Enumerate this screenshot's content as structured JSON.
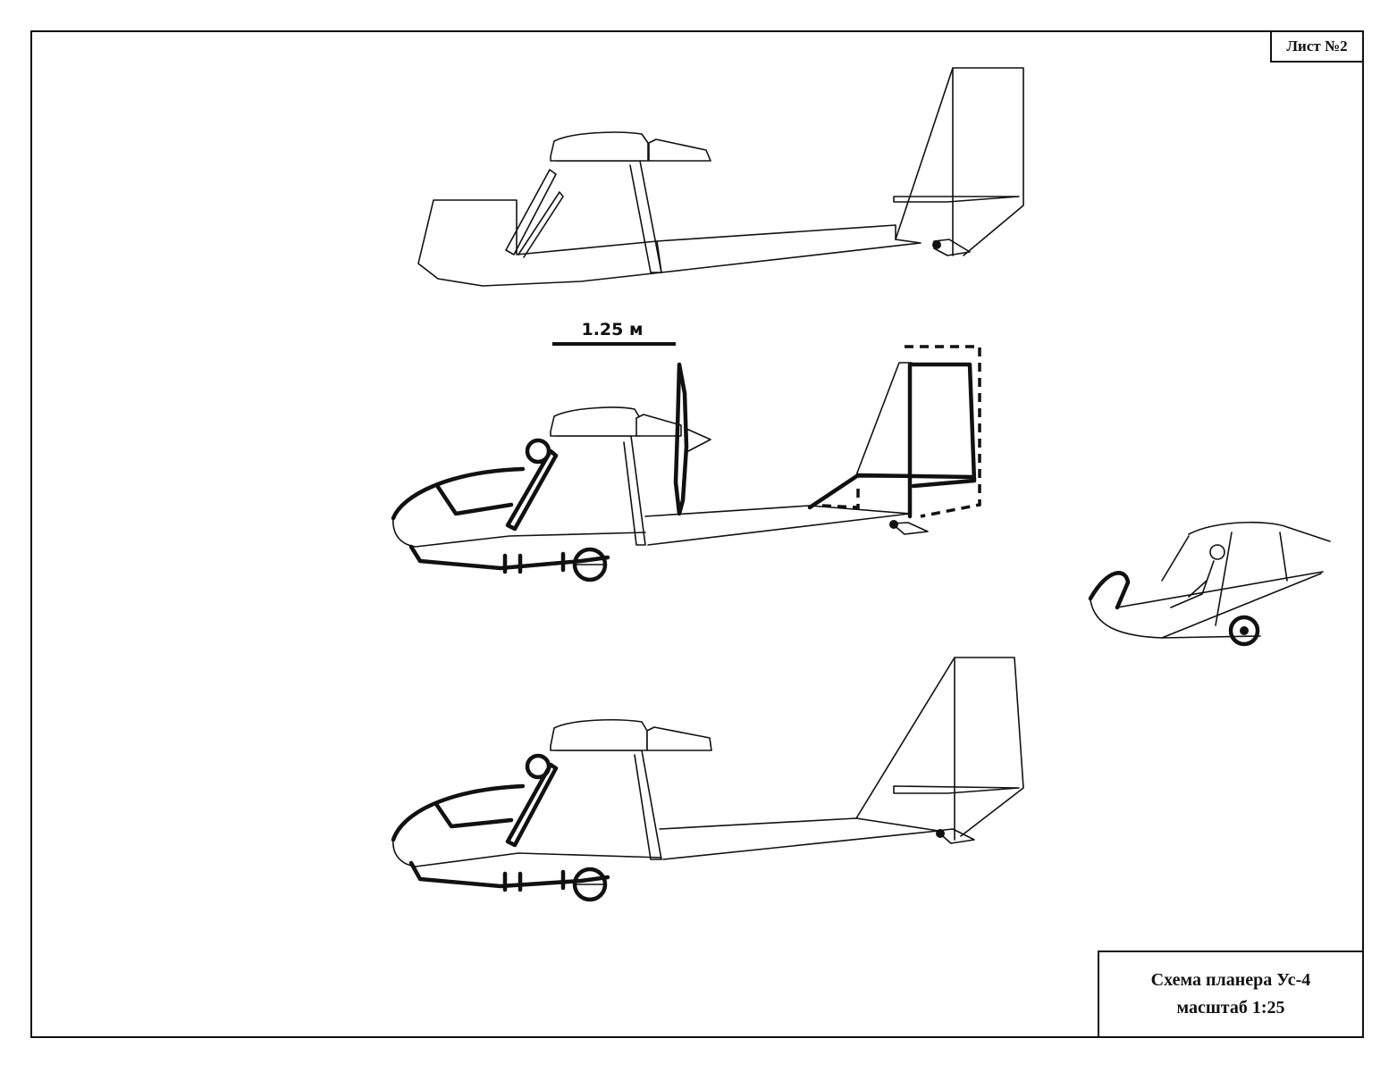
{
  "sheet": {
    "number_label": "Лист №2"
  },
  "title_block": {
    "line1": "Схема планера Ус-4",
    "line2": "масштаб 1:25"
  },
  "scale_bar": {
    "label": "1.25 м"
  },
  "views": [
    {
      "name": "side-view-basic"
    },
    {
      "name": "side-view-with-propeller"
    },
    {
      "name": "side-view-with-nacelle"
    },
    {
      "name": "perspective-sketch"
    }
  ]
}
